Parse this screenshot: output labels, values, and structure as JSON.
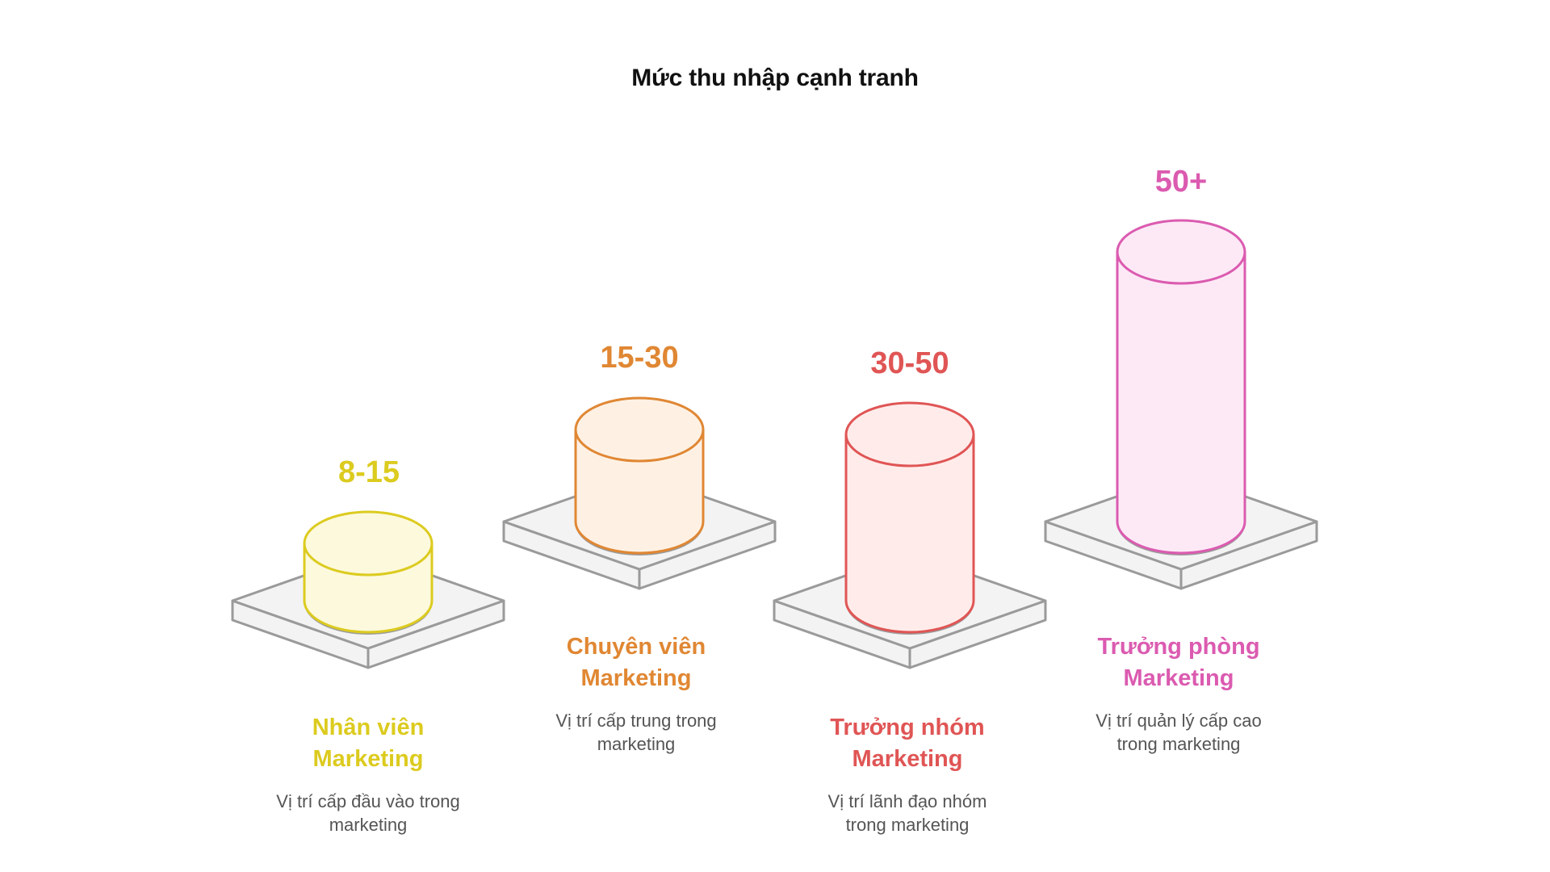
{
  "title": "Mức thu nhập cạnh tranh",
  "colors": {
    "platform_fill": "#f3f3f3",
    "platform_stroke": "#9a9a9a",
    "desc_text": "#555555"
  },
  "items": [
    {
      "value": "8-15",
      "heading": [
        "Nhân viên",
        "Marketing"
      ],
      "description": [
        "Vị trí cấp đầu vào trong",
        "marketing"
      ],
      "stroke": "#dccb1f",
      "fill": "#fdf9dc"
    },
    {
      "value": "15-30",
      "heading": [
        "Chuyên viên",
        "Marketing"
      ],
      "description": [
        "Vị trí cấp trung trong",
        "marketing"
      ],
      "stroke": "#e08733",
      "fill": "#fef1e4"
    },
    {
      "value": "30-50",
      "heading": [
        "Trưởng nhóm",
        "Marketing"
      ],
      "description": [
        "Vị trí lãnh đạo nhóm",
        "trong marketing"
      ],
      "stroke": "#e05555",
      "fill": "#ffecea"
    },
    {
      "value": "50+",
      "heading": [
        "Trưởng phòng",
        "Marketing"
      ],
      "description": [
        "Vị trí quản lý cấp cao",
        "trong marketing"
      ],
      "stroke": "#db5bb0",
      "fill": "#fde9f6"
    }
  ],
  "chart_data": {
    "type": "bar",
    "title": "Mức thu nhập cạnh tranh",
    "categories": [
      "Nhân viên Marketing",
      "Chuyên viên Marketing",
      "Trưởng nhóm Marketing",
      "Trưởng phòng Marketing"
    ],
    "labels": [
      "8-15",
      "15-30",
      "30-50",
      "50+"
    ],
    "values_range": [
      [
        8,
        15
      ],
      [
        15,
        30
      ],
      [
        30,
        50
      ],
      [
        50,
        null
      ]
    ],
    "descriptions": [
      "Vị trí cấp đầu vào trong marketing",
      "Vị trí cấp trung trong marketing",
      "Vị trí lãnh đạo nhóm trong marketing",
      "Vị trí quản lý cấp cao trong marketing"
    ],
    "xlabel": "",
    "ylabel": "",
    "grid": false
  }
}
